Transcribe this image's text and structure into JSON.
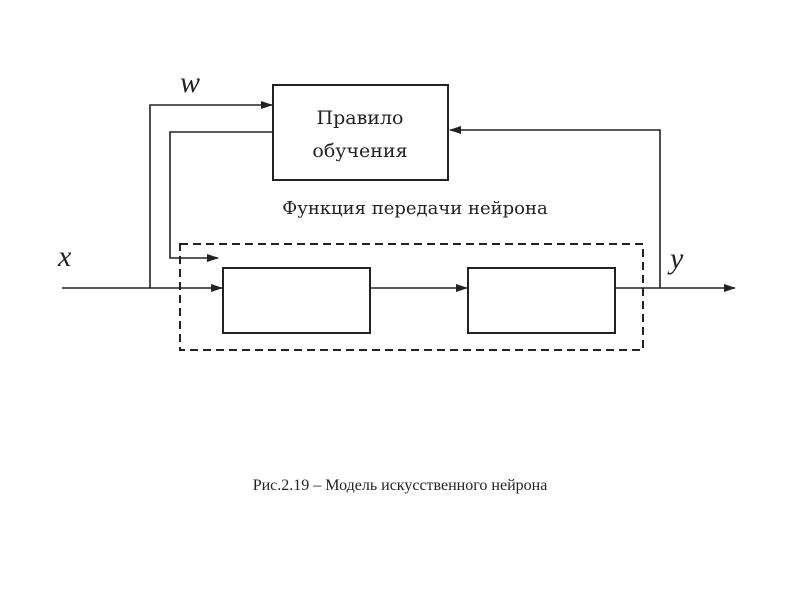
{
  "diagram": {
    "learning_rule_box": [
      "Правило",
      "обучения"
    ],
    "transfer_function_label": "Функция передачи нейрона",
    "input_label": "x",
    "weight_label": "w",
    "output_label": "y"
  },
  "caption": "Рис.2.19 – Модель искусственного нейрона"
}
